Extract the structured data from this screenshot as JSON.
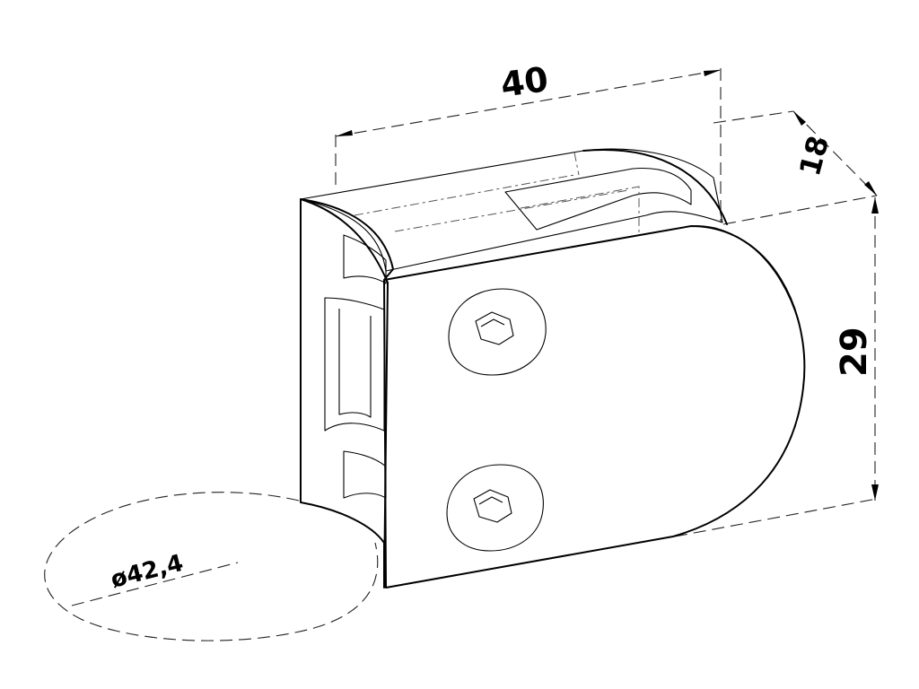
{
  "dimensions": {
    "length": "40",
    "depth": "18",
    "height": "29",
    "tube_diameter": "ø42,4"
  },
  "colors": {
    "line": "#000000",
    "background": "#ffffff"
  }
}
